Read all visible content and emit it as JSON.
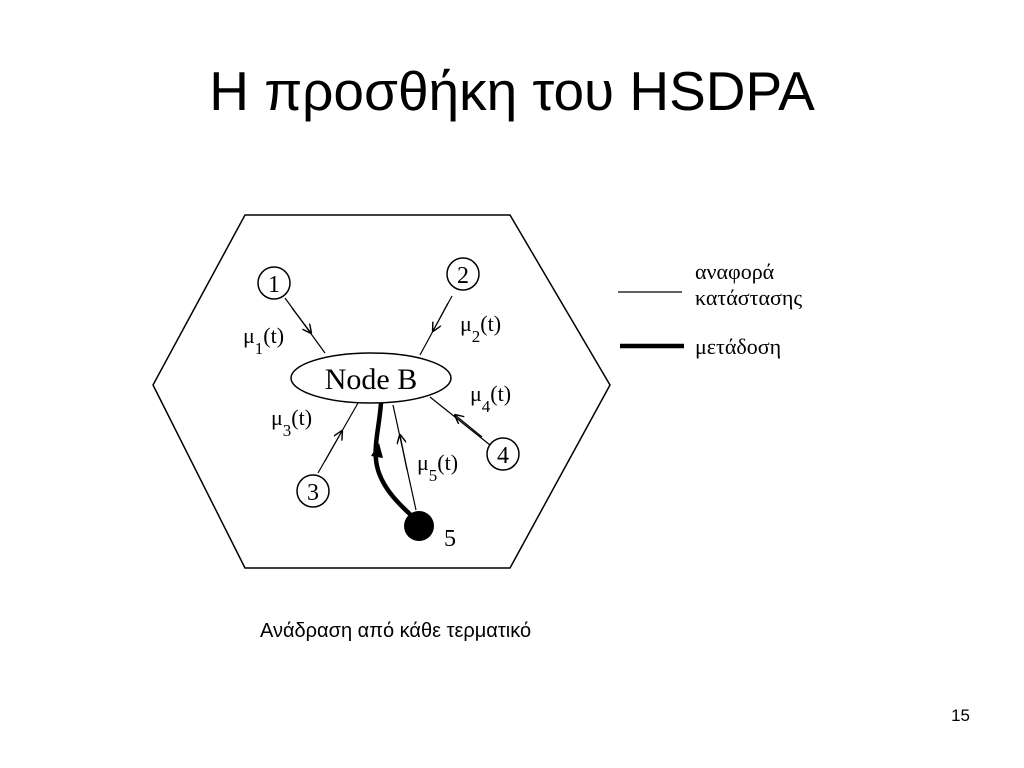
{
  "slide": {
    "title": "Η προσθήκη του HSDPA",
    "caption": "Ανάδραση από κάθε τερματικό",
    "page_number": "15"
  },
  "diagram": {
    "node_label": "Node B",
    "terminals": [
      {
        "id": "1",
        "rate_symbol": "μ",
        "rate_sub": "1",
        "rate_arg": "(t)"
      },
      {
        "id": "2",
        "rate_symbol": "μ",
        "rate_sub": "2",
        "rate_arg": "(t)"
      },
      {
        "id": "3",
        "rate_symbol": "μ",
        "rate_sub": "3",
        "rate_arg": "(t)"
      },
      {
        "id": "4",
        "rate_symbol": "μ",
        "rate_sub": "4",
        "rate_arg": "(t)"
      },
      {
        "id": "5",
        "rate_symbol": "μ",
        "rate_sub": "5",
        "rate_arg": "(t)"
      }
    ],
    "legend": {
      "thin_line_label_1": "αναφορά",
      "thin_line_label_2": "κατάστασης",
      "thick_line_label": "μετάδοση"
    }
  }
}
